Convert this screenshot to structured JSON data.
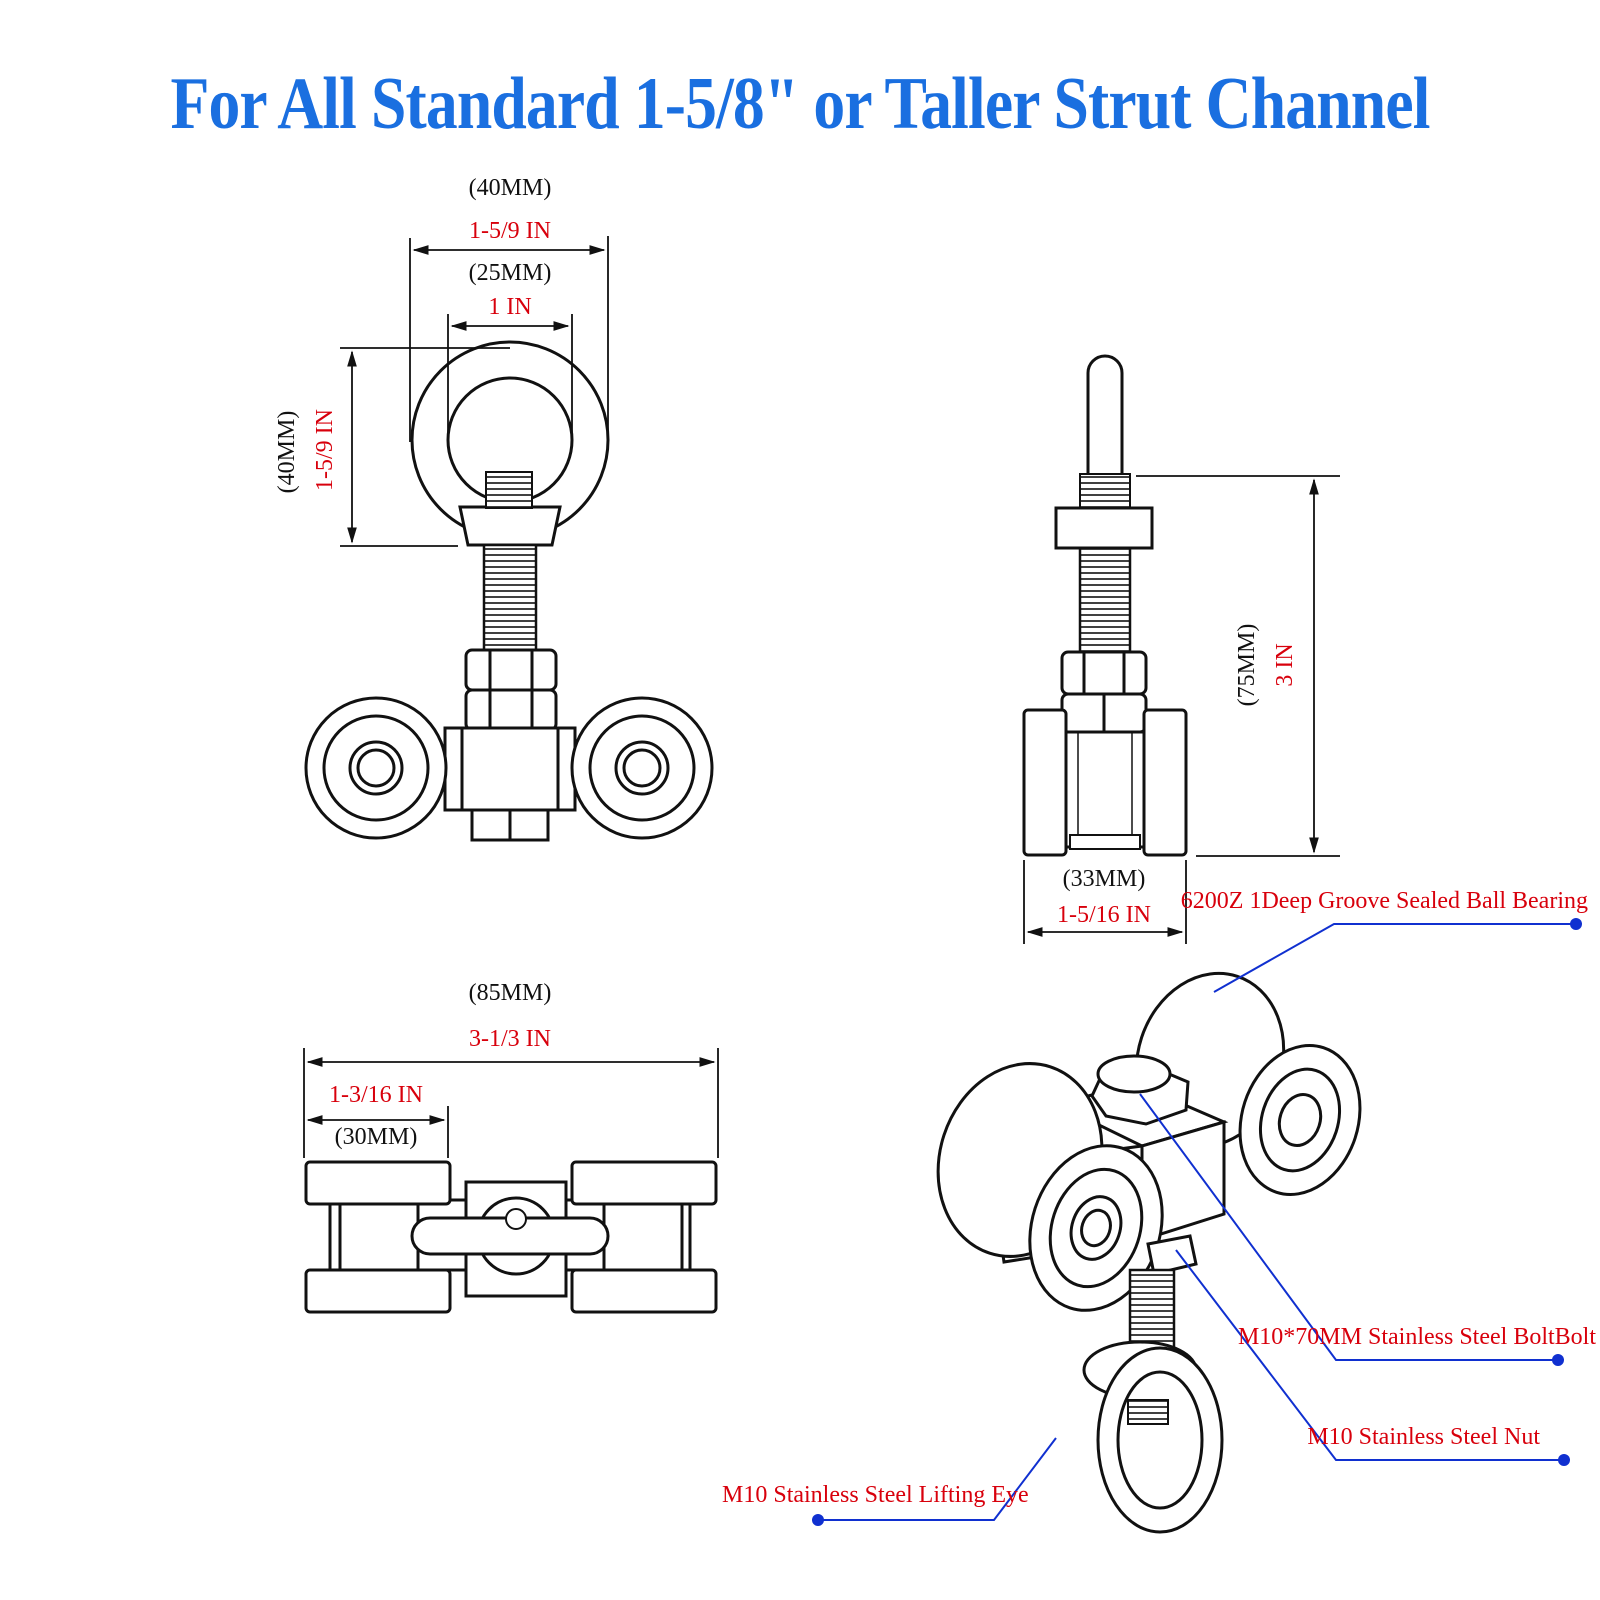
{
  "title": "For All Standard 1-5/8\" or Taller Strut Channel",
  "colors": {
    "title": "#1a6fe0",
    "inch_label": "#d8000c",
    "metric_label": "#111111",
    "leader": "#1030d0",
    "callout_red": "#d8000c"
  },
  "front_view": {
    "eye_outer_mm": "(40MM)",
    "eye_outer_in": "1-5/9 IN",
    "eye_inner_mm": "(25MM)",
    "eye_inner_in": "1 IN",
    "eye_height_mm": "(40MM)",
    "eye_height_in": "1-5/9 IN"
  },
  "side_view": {
    "height_mm": "(75MM)",
    "height_in": "3 IN",
    "width_mm": "(33MM)",
    "width_in": "1-5/16 IN"
  },
  "top_view": {
    "length_mm": "(85MM)",
    "length_in": "3-1/3  IN",
    "wheel_in": "1-3/16 IN",
    "wheel_mm": "(30MM)"
  },
  "callouts": {
    "bearing": "6200Z 1Deep Groove Sealed Ball Bearing",
    "bolt": "M10*70MM Stainless Steel BoltBolt",
    "nut": "M10 Stainless Steel Nut",
    "eye": "M10 Stainless Steel Lifting Eye"
  }
}
